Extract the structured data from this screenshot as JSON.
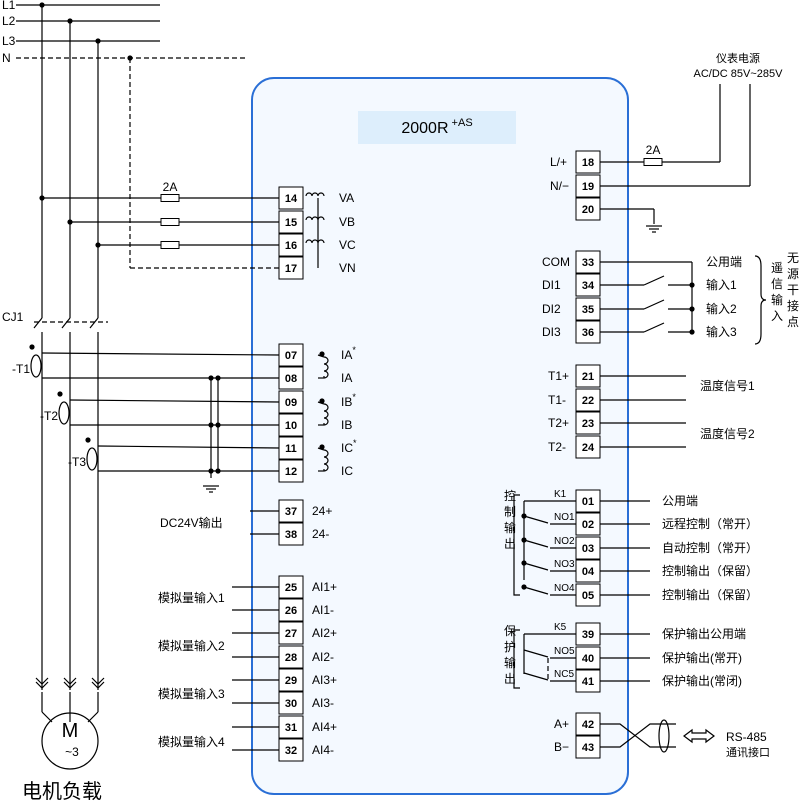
{
  "phases": [
    "L1",
    "L2",
    "L3",
    "N"
  ],
  "device": {
    "model": "2000R",
    "suffix": "+AS"
  },
  "load": {
    "motor_symbol": "M",
    "motor_phase": "~3",
    "caption": "电机负载"
  },
  "contactor": "CJ1",
  "ct_labels": [
    "T1",
    "T2",
    "T3"
  ],
  "fuse": "2A",
  "power": {
    "title_line1": "仪表电源",
    "title_line2": "AC/DC 85V~285V",
    "pos": "L/+",
    "neg": "N/−"
  },
  "voltage_terms": [
    {
      "num": "14",
      "label": "VA"
    },
    {
      "num": "15",
      "label": "VB"
    },
    {
      "num": "16",
      "label": "VC"
    },
    {
      "num": "17",
      "label": "VN"
    }
  ],
  "current_terms": [
    {
      "num": "07",
      "label": "IA*"
    },
    {
      "num": "08",
      "label": "IA"
    },
    {
      "num": "09",
      "label": "IB*"
    },
    {
      "num": "10",
      "label": "IB"
    },
    {
      "num": "11",
      "label": "IC*"
    },
    {
      "num": "12",
      "label": "IC"
    }
  ],
  "dc24": {
    "title": "DC24V输出",
    "terms": [
      {
        "num": "37",
        "label": "24+"
      },
      {
        "num": "38",
        "label": "24-"
      }
    ]
  },
  "analog": {
    "terms": [
      {
        "num": "25",
        "label": "AI1+"
      },
      {
        "num": "26",
        "label": "AI1-"
      },
      {
        "num": "27",
        "label": "AI2+"
      },
      {
        "num": "28",
        "label": "AI2-"
      },
      {
        "num": "29",
        "label": "AI3+"
      },
      {
        "num": "30",
        "label": "AI3-"
      },
      {
        "num": "31",
        "label": "AI4+"
      },
      {
        "num": "32",
        "label": "AI4-"
      }
    ],
    "group_labels": [
      "模拟量输入1",
      "模拟量输入2",
      "模拟量输入3",
      "模拟量输入4"
    ]
  },
  "power_terms": [
    {
      "num": "18",
      "label": "L/+"
    },
    {
      "num": "19",
      "label": "N/−"
    },
    {
      "num": "20",
      "label": ""
    }
  ],
  "di_terms": [
    {
      "num": "33",
      "label": "COM",
      "desc": "公用端"
    },
    {
      "num": "34",
      "label": "DI1",
      "desc": "输入1"
    },
    {
      "num": "35",
      "label": "DI2",
      "desc": "输入2"
    },
    {
      "num": "36",
      "label": "DI3",
      "desc": "输入3"
    }
  ],
  "di_side_label_a": "遥信输入",
  "di_side_label_b": "无源干接点",
  "temp_terms": [
    {
      "num": "21",
      "label": "T1+"
    },
    {
      "num": "22",
      "label": "T1-"
    },
    {
      "num": "23",
      "label": "T2+"
    },
    {
      "num": "24",
      "label": "T2-"
    }
  ],
  "temp_labels": [
    "温度信号1",
    "温度信号2"
  ],
  "control": {
    "title": "控制输出",
    "relays": [
      "K1",
      "NO1",
      "NO2",
      "NO3",
      "NO4"
    ],
    "terms": [
      {
        "num": "01",
        "desc": "公用端"
      },
      {
        "num": "02",
        "desc": "远程控制（常开）"
      },
      {
        "num": "03",
        "desc": "自动控制（常开）"
      },
      {
        "num": "04",
        "desc": "控制输出（保留）"
      },
      {
        "num": "05",
        "desc": "控制输出（保留）"
      }
    ]
  },
  "protect": {
    "title": "保护输出",
    "relays": [
      "K5",
      "NO5",
      "NC5"
    ],
    "terms": [
      {
        "num": "39",
        "desc": "保护输出公用端"
      },
      {
        "num": "40",
        "desc": "保护输出(常开)"
      },
      {
        "num": "41",
        "desc": "保护输出(常闭)"
      }
    ]
  },
  "rs485": {
    "terms": [
      {
        "num": "42",
        "label": "A+"
      },
      {
        "num": "43",
        "label": "B−"
      }
    ],
    "title": "RS-485",
    "subtitle": "通讯接口"
  },
  "colors": {
    "device_border": "#2a6fd6",
    "device_fill": "#f4f9ff",
    "model_fill": "#ddeefc",
    "wire": "#000000"
  }
}
